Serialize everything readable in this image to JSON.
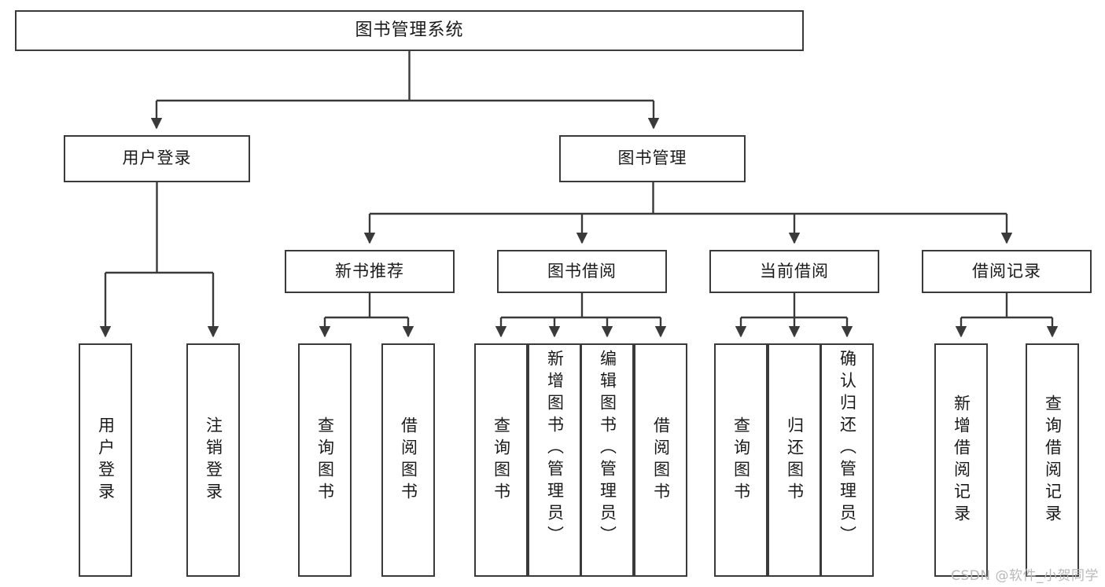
{
  "diagram": {
    "title": "图书管理系统",
    "type": "hierarchy-tree",
    "watermark": "CSDN @软件_小贺同学",
    "colors": {
      "stroke": "#3a3a3a",
      "text": "#1a1a1a",
      "background": "#ffffff",
      "watermark": "#b9b9b9"
    }
  },
  "nodes": {
    "root": {
      "label": "图书管理系统"
    },
    "level2": [
      {
        "id": "user-login",
        "label": "用户登录"
      },
      {
        "id": "book-manage",
        "label": "图书管理"
      }
    ],
    "level3": [
      {
        "id": "new-book-recommend",
        "label": "新书推荐"
      },
      {
        "id": "book-borrow",
        "label": "图书借阅"
      },
      {
        "id": "current-borrow",
        "label": "当前借阅"
      },
      {
        "id": "borrow-record",
        "label": "借阅记录"
      }
    ],
    "leaves": {
      "user_login": [
        {
          "id": "leaf-user-login",
          "label": "用户登录"
        },
        {
          "id": "leaf-logout",
          "label": "注销登录"
        }
      ],
      "new_book_recommend": [
        {
          "id": "leaf-query-book-1",
          "label": "查询图书"
        },
        {
          "id": "leaf-borrow-book-1",
          "label": "借阅图书"
        }
      ],
      "book_borrow": [
        {
          "id": "leaf-query-book-2",
          "label": "查询图书"
        },
        {
          "id": "leaf-add-book",
          "label": "新增图书（管理员）"
        },
        {
          "id": "leaf-edit-book",
          "label": "编辑图书（管理员）"
        },
        {
          "id": "leaf-borrow-book-2",
          "label": "借阅图书"
        }
      ],
      "current_borrow": [
        {
          "id": "leaf-query-book-3",
          "label": "查询图书"
        },
        {
          "id": "leaf-return-book",
          "label": "归还图书"
        },
        {
          "id": "leaf-confirm-return",
          "label": "确认归还（管理员）"
        }
      ],
      "borrow_record": [
        {
          "id": "leaf-add-record",
          "label": "新增借阅记录"
        },
        {
          "id": "leaf-query-record",
          "label": "查询借阅记录"
        }
      ]
    }
  }
}
